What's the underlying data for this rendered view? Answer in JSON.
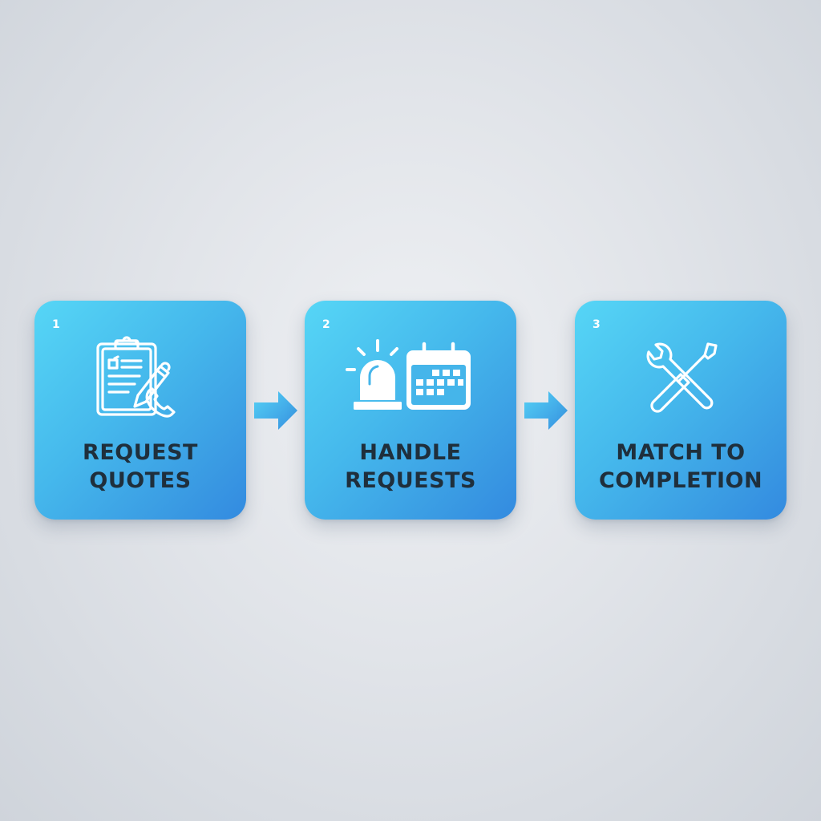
{
  "steps": [
    {
      "number": "1",
      "title_line1": "REQUEST",
      "title_line2": "QUOTES",
      "icon": "clipboard-pen-phone-icon"
    },
    {
      "number": "2",
      "title_line1": "HANDLE",
      "title_line2": "REQUESTS",
      "icon": "siren-calendar-icon"
    },
    {
      "number": "3",
      "title_line1": "MATCH TO",
      "title_line2": "COMPLETION",
      "icon": "wrench-screwdriver-icon"
    }
  ],
  "colors": {
    "card_gradient_start": "#56d6f6",
    "card_gradient_end": "#338ae0",
    "title_text": "#1f2f3c",
    "icon": "#ffffff",
    "background": "#e1e4e9"
  },
  "connectors": [
    {
      "from": "1",
      "to": "2",
      "icon": "arrow-right-icon"
    },
    {
      "from": "2",
      "to": "3",
      "icon": "arrow-right-icon"
    }
  ]
}
